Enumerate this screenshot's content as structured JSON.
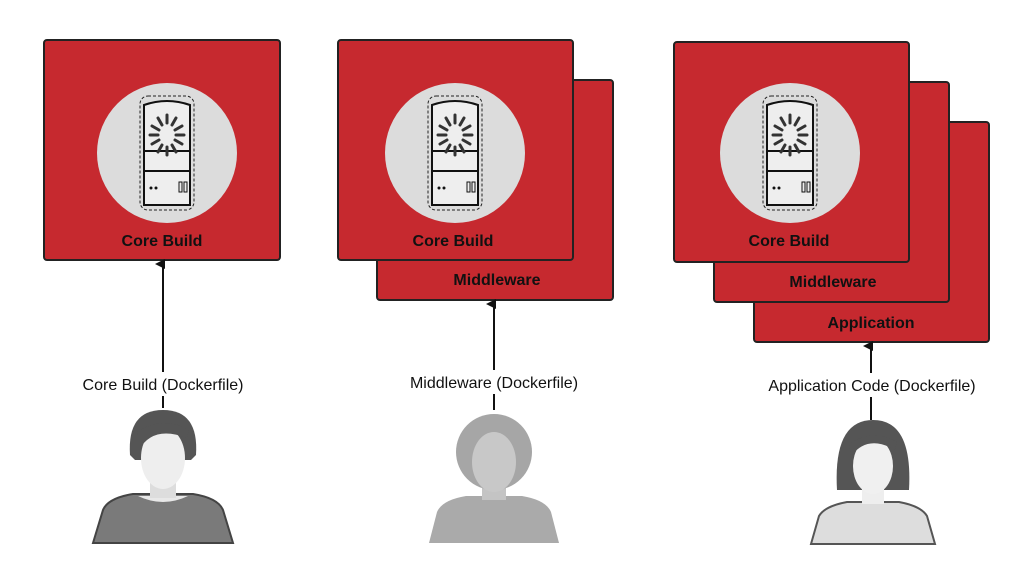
{
  "columns": [
    {
      "layers": [
        "Core Build"
      ],
      "caption": "Core Build (Dockerfile)",
      "person": "developer-1"
    },
    {
      "layers": [
        "Core Build",
        "Middleware"
      ],
      "caption": "Middleware (Dockerfile)",
      "person": "developer-2"
    },
    {
      "layers": [
        "Core Build",
        "Middleware",
        "Application"
      ],
      "caption": "Application Code (Dockerfile)",
      "person": "developer-3"
    }
  ],
  "colors": {
    "box": "#c6292f",
    "circle": "#dcdcdc"
  }
}
